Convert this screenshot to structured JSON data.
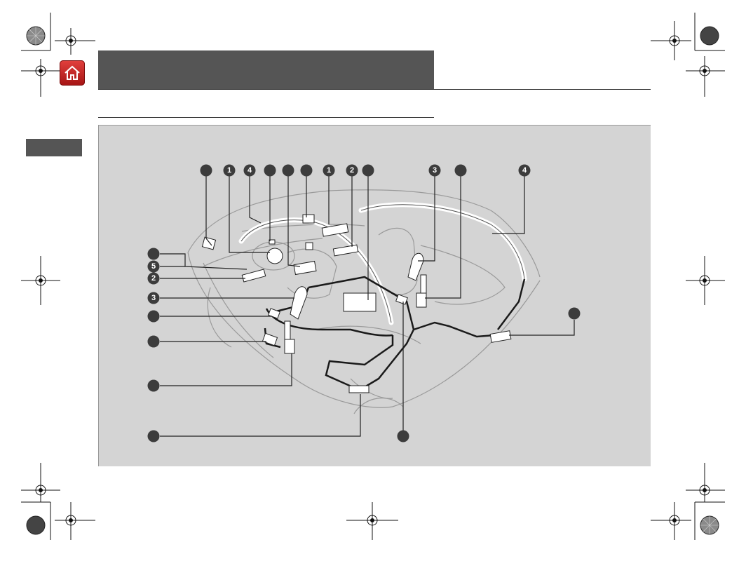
{
  "page": {
    "home_icon": "home-icon",
    "colors": {
      "title_bar": "#555555",
      "diagram_background": "#d4d4d4",
      "callout_marker": "#3c3c3c",
      "leader_line": "#222222",
      "home_button": "#c8201f"
    }
  },
  "diagram": {
    "subject": "airbag-system-components-vehicle-cutaway",
    "callouts": [
      {
        "label": ""
      },
      {
        "label": "1"
      },
      {
        "label": "4"
      },
      {
        "label": ""
      },
      {
        "label": ""
      },
      {
        "label": ""
      },
      {
        "label": "1"
      },
      {
        "label": "2"
      },
      {
        "label": ""
      },
      {
        "label": "3"
      },
      {
        "label": ""
      },
      {
        "label": "4"
      },
      {
        "label": ""
      },
      {
        "label": "5"
      },
      {
        "label": "2"
      },
      {
        "label": "3"
      },
      {
        "label": ""
      },
      {
        "label": ""
      },
      {
        "label": ""
      },
      {
        "label": ""
      },
      {
        "label": ""
      },
      {
        "label": ""
      }
    ]
  }
}
